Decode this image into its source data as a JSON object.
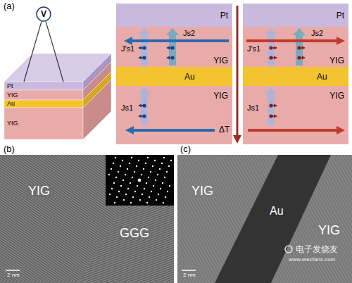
{
  "diagram": {
    "nodes": [
      {
        "text": [
          "V"
        ]
      },
      {
        "text": [
          "Pt"
        ]
      },
      {
        "text": [
          "YIG"
        ]
      },
      {
        "text": [
          "Au"
        ]
      },
      {
        "text": [
          "YIG"
        ]
      },
      {
        "text": [
          "Pt"
        ]
      },
      {
        "text": [
          "YIG"
        ]
      },
      {
        "text": [
          "Au"
        ]
      },
      {
        "text": [
          "YIG"
        ]
      },
      {
        "text": [
          "Pt"
        ]
      },
      {
        "text": [
          "YIG"
        ]
      },
      {
        "text": [
          "Au"
        ]
      },
      {
        "text": [
          "YIG"
        ]
      }
    ],
    "edges": [
      {
        "from": 0,
        "to": 1,
        "arrow": "none"
      },
      {
        "from": 0,
        "to": 1,
        "arrow": "none"
      }
    ],
    "labels": [
      "(a)",
      "Js2",
      "J′s1",
      "Js1",
      "ΔT",
      "Js2",
      "J′s1",
      "Js1",
      "(b)",
      "YIG",
      "GGG",
      "2 nm",
      "(c)",
      "YIG",
      "Au",
      "YIG",
      "2 nm",
      "电子发烧友",
      "www.elecfans.com"
    ]
  }
}
